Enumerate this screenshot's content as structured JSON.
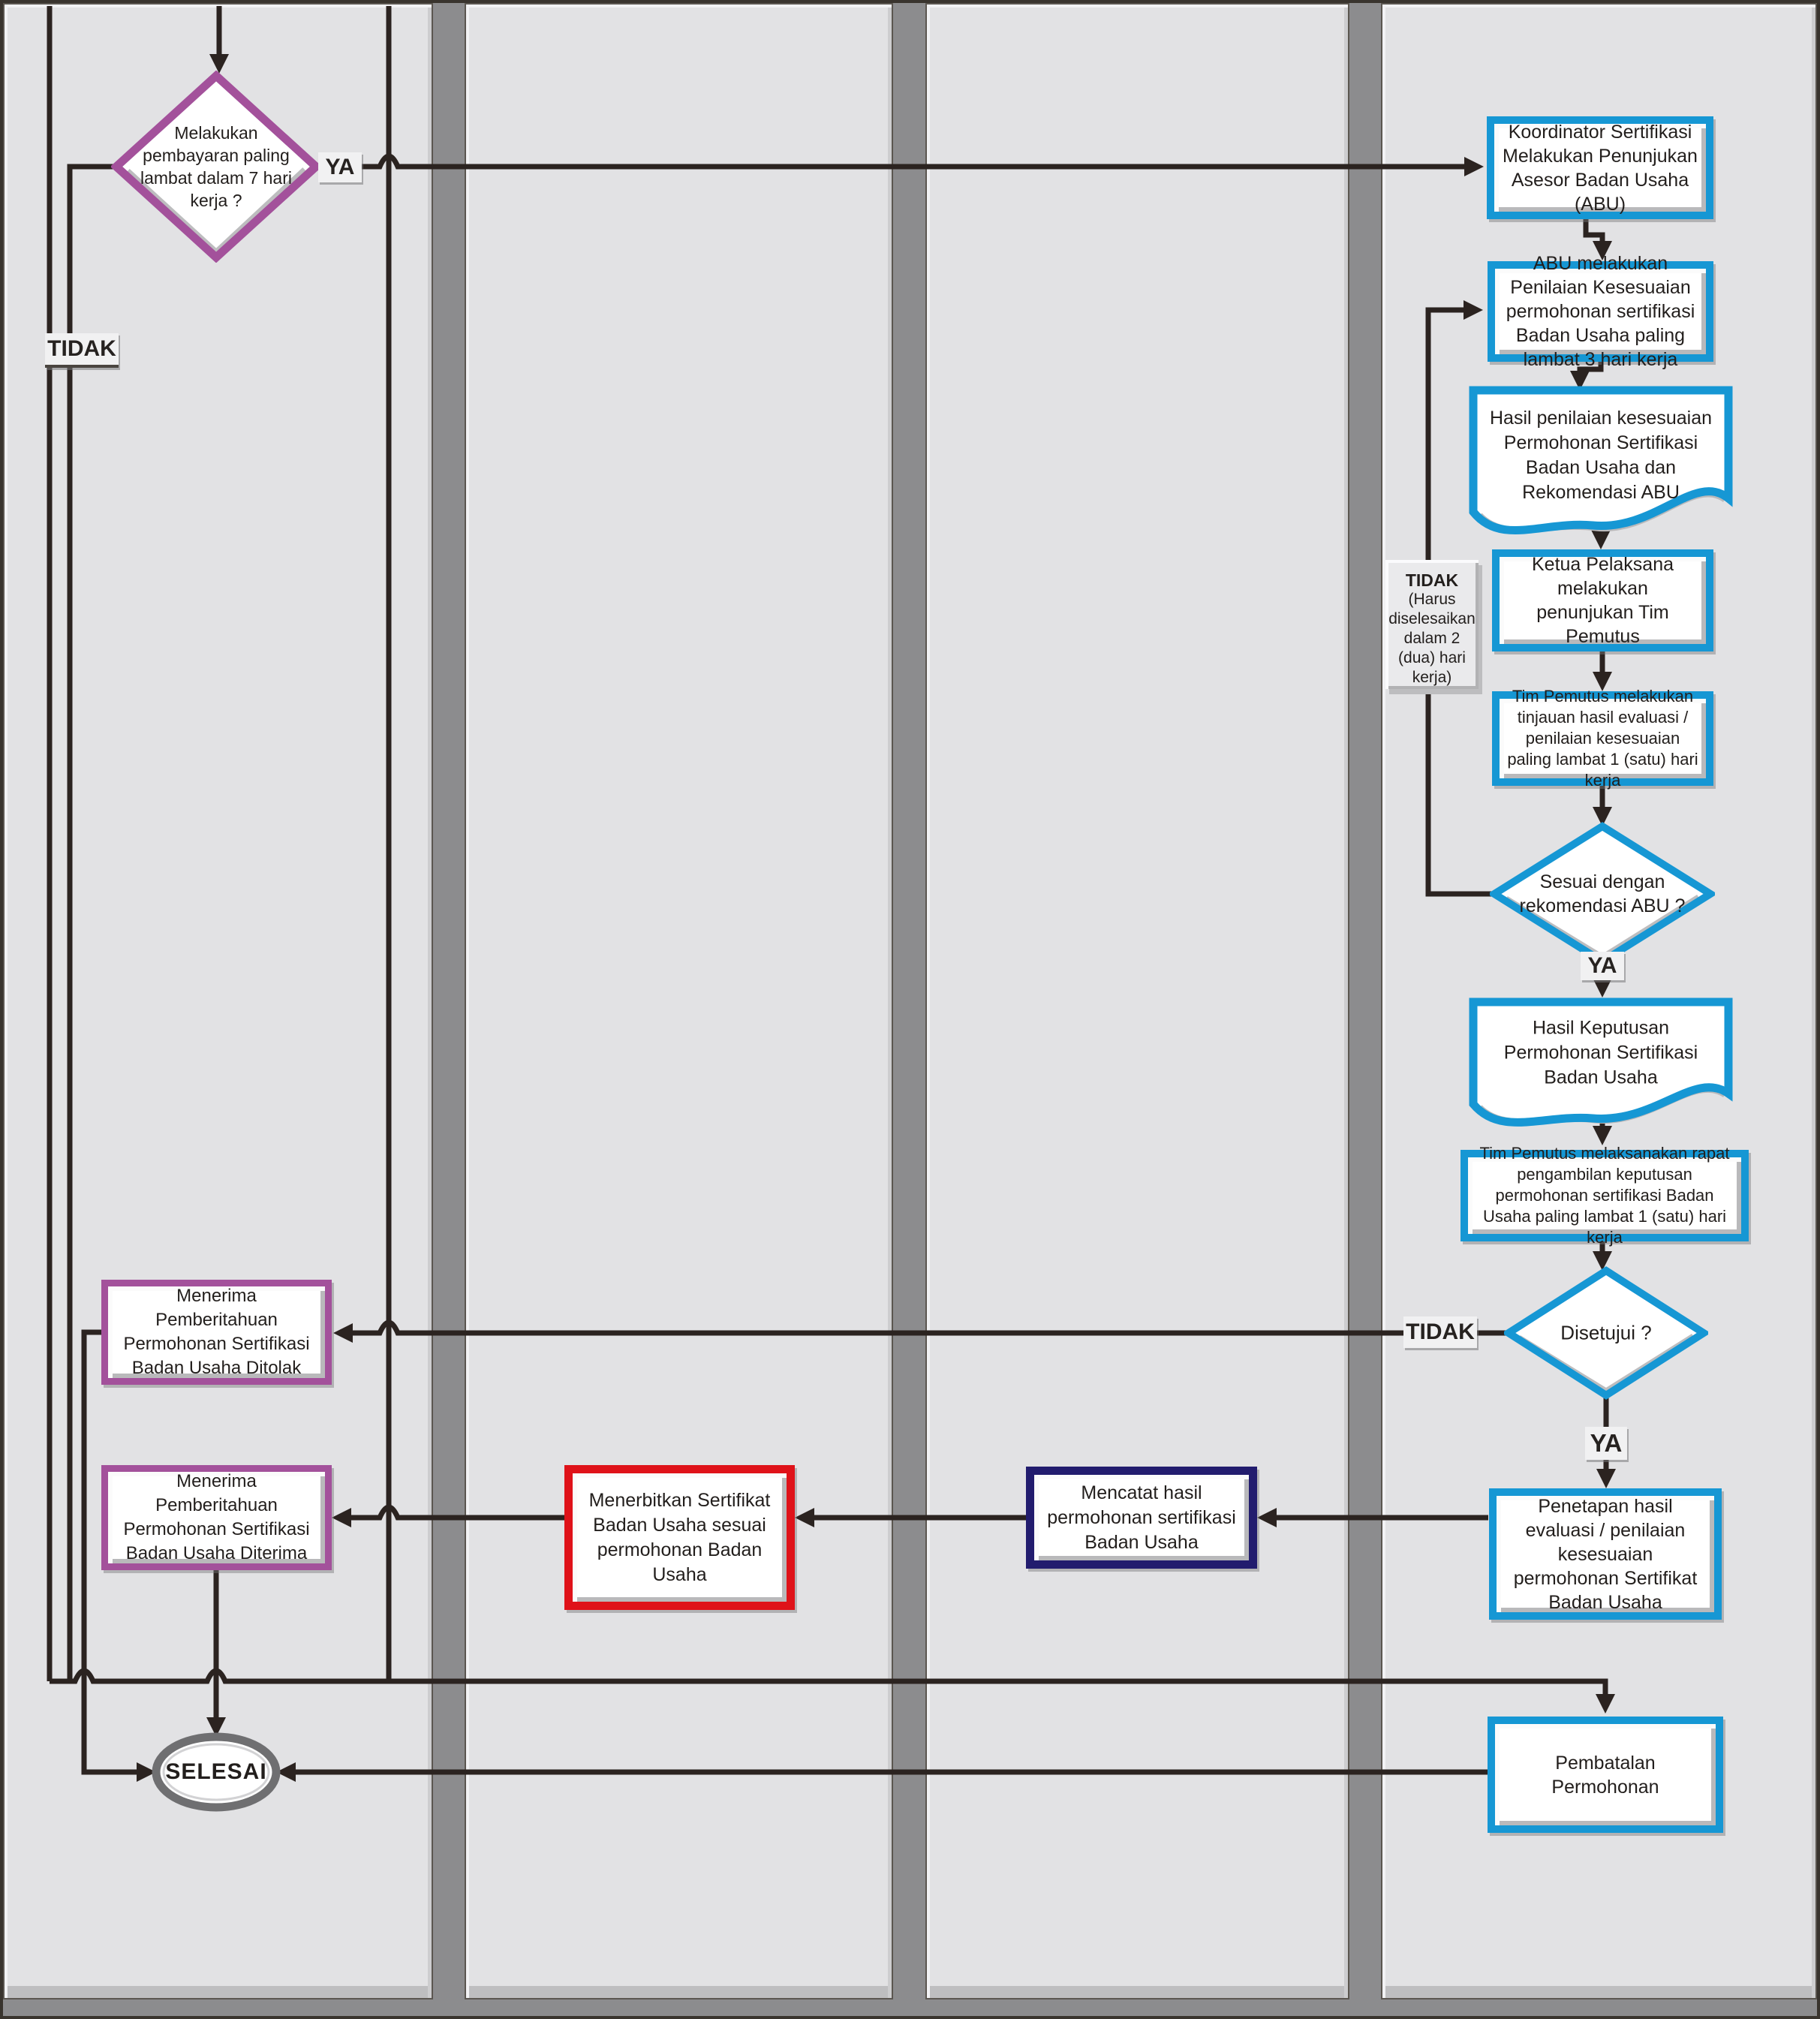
{
  "colors": {
    "blue": "#1697d4",
    "purple": "#a3519b",
    "red": "#df1219",
    "navy": "#221c6e",
    "line": "#2b2320",
    "lane_bg": "#e2e2e4",
    "bar": "#8c8c8e",
    "chip_bg": "#f1f1f2",
    "note_bg": "#eaeaec",
    "ellipse_ring": "#6f6f71"
  },
  "nodes": {
    "payment_decision": "Melakukan pembayaran paling lambat dalam 7 hari kerja ?",
    "koordinator": "Koordinator Sertifikasi Melakukan Penunjukan Asesor Badan Usaha (ABU)",
    "abu_penilaian": "ABU melakukan Penilaian Kesesuaian permohonan sertifikasi Badan Usaha paling lambat 3 hari kerja",
    "doc_hasil_penilaian": "Hasil penilaian kesesuaian Permohonan Sertifikasi Badan Usaha dan Rekomendasi ABU",
    "ketua_pelaksana": "Ketua Pelaksana melakukan penunjukan Tim Pemutus",
    "tim_tinjauan": "Tim Pemutus melakukan tinjauan hasil evaluasi / penilaian kesesuaian paling lambat 1 (satu) hari kerja",
    "sesuai_decision": "Sesuai dengan rekomendasi ABU ?",
    "doc_hasil_keputusan": "Hasil Keputusan Permohonan Sertifikasi Badan Usaha",
    "tim_rapat": "Tim Pemutus melaksanakan rapat pengambilan keputusan permohonan sertifikasi Badan Usaha paling lambat 1 (satu) hari kerja",
    "disetujui_decision": "Disetujui ?",
    "penetapan": "Penetapan hasil evaluasi / penilaian kesesuaian permohonan Sertifikat Badan Usaha",
    "mencatat": "Mencatat hasil permohonan sertifikasi Badan Usaha",
    "menerbitkan": "Menerbitkan Sertifikat Badan Usaha sesuai permohonan Badan Usaha",
    "diterima": "Menerima Pemberitahuan Permohonan Sertifikasi Badan Usaha Diterima",
    "ditolak": "Menerima Pemberitahuan Permohonan Sertifikasi Badan Usaha Ditolak",
    "pembatalan": "Pembatalan Permohonan",
    "selesai": "SELESAI"
  },
  "labels": {
    "ya_payment": "YA",
    "tidak_payment": "TIDAK",
    "ya_sesuai": "YA",
    "note_title": "TIDAK",
    "note_body": "(Harus diselesaikan dalam 2 (dua) hari kerja)",
    "ya_disetujui": "YA",
    "tidak_disetujui": "TIDAK"
  }
}
